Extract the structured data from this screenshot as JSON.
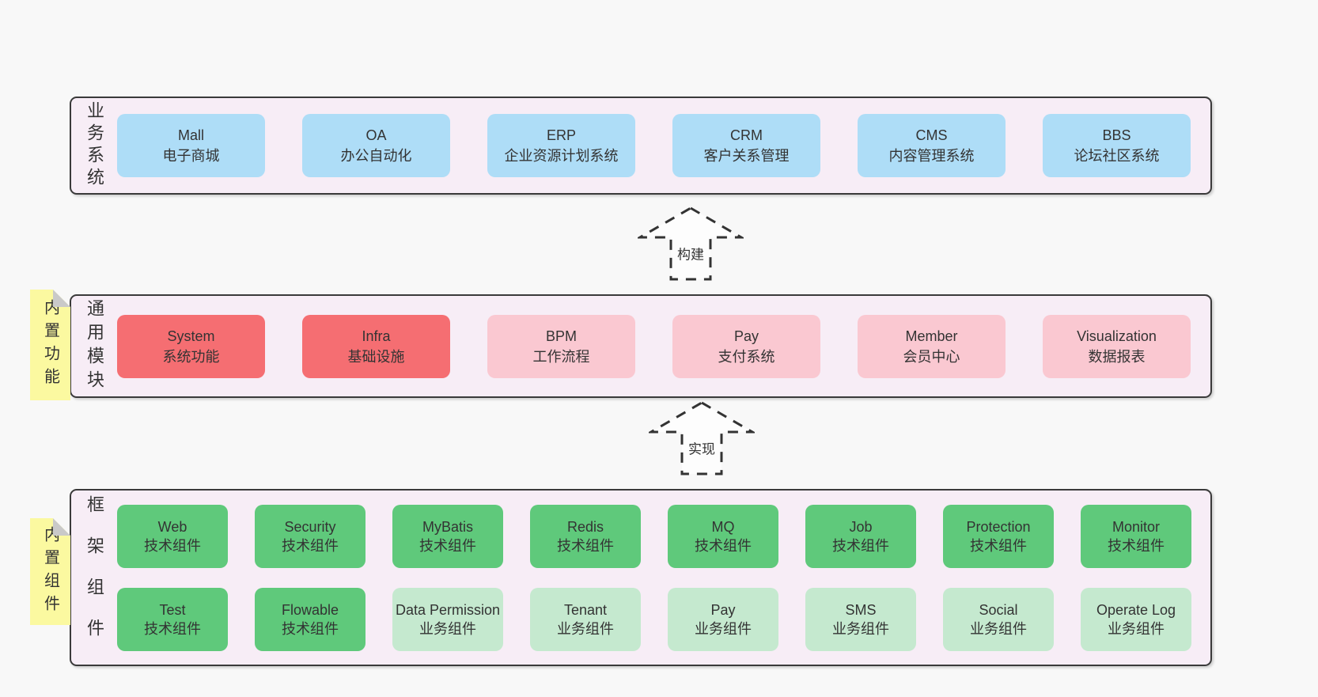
{
  "layers": {
    "business": {
      "label": "业务系统",
      "boxes": [
        {
          "title": "Mall",
          "subtitle": "电子商城"
        },
        {
          "title": "OA",
          "subtitle": "办公自动化"
        },
        {
          "title": "ERP",
          "subtitle": "企业资源计划系统"
        },
        {
          "title": "CRM",
          "subtitle": "客户关系管理"
        },
        {
          "title": "CMS",
          "subtitle": "内容管理系统"
        },
        {
          "title": "BBS",
          "subtitle": "论坛社区系统"
        }
      ]
    },
    "modules": {
      "label": "通用模块",
      "note": "内置功能",
      "boxes": [
        {
          "title": "System",
          "subtitle": "系统功能"
        },
        {
          "title": "Infra",
          "subtitle": "基础设施"
        },
        {
          "title": "BPM",
          "subtitle": "工作流程"
        },
        {
          "title": "Pay",
          "subtitle": "支付系统"
        },
        {
          "title": "Member",
          "subtitle": "会员中心"
        },
        {
          "title": "Visualization",
          "subtitle": "数据报表"
        }
      ]
    },
    "framework": {
      "label": "框架组件",
      "note": "内置组件",
      "row1": [
        {
          "title": "Web",
          "subtitle": "技术组件"
        },
        {
          "title": "Security",
          "subtitle": "技术组件"
        },
        {
          "title": "MyBatis",
          "subtitle": "技术组件"
        },
        {
          "title": "Redis",
          "subtitle": "技术组件"
        },
        {
          "title": "MQ",
          "subtitle": "技术组件"
        },
        {
          "title": "Job",
          "subtitle": "技术组件"
        },
        {
          "title": "Protection",
          "subtitle": "技术组件"
        },
        {
          "title": "Monitor",
          "subtitle": "技术组件"
        }
      ],
      "row2": [
        {
          "title": "Test",
          "subtitle": "技术组件"
        },
        {
          "title": "Flowable",
          "subtitle": "技术组件"
        },
        {
          "title": "Data Permission",
          "subtitle": "业务组件"
        },
        {
          "title": "Tenant",
          "subtitle": "业务组件"
        },
        {
          "title": "Pay",
          "subtitle": "业务组件"
        },
        {
          "title": "SMS",
          "subtitle": "业务组件"
        },
        {
          "title": "Social",
          "subtitle": "业务组件"
        },
        {
          "title": "Operate Log",
          "subtitle": "业务组件"
        }
      ]
    }
  },
  "arrows": [
    {
      "label": "构建"
    },
    {
      "label": "实现"
    }
  ],
  "palette": {
    "page_background": "#f8f8f8",
    "panel_fill": "#f7edf6",
    "panel_border": "#3a3a3a",
    "business_box": "#aeddf7",
    "core_module_box": "#f56e72",
    "optional_module_box": "#fac8d1",
    "tech_component_box": "#5fc97b",
    "biz_component_box": "#c5e9cf",
    "note_fill": "#fbf9a0",
    "note_fold": "#c9c9c9",
    "arrow_stroke": "#333333",
    "text": "#333333"
  }
}
